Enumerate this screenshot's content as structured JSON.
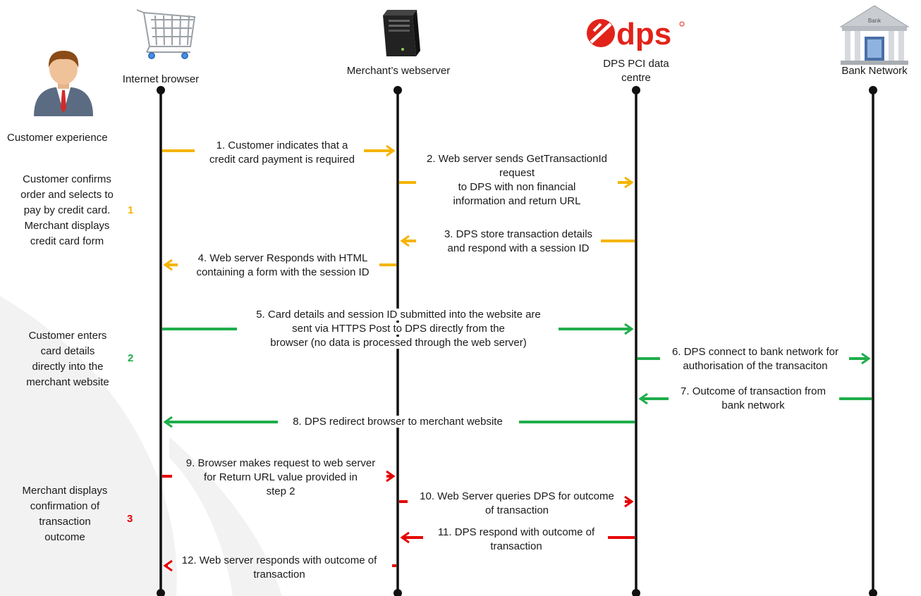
{
  "actors": {
    "customer": {
      "label": "Customer experience"
    },
    "browser": {
      "label": "Internet browser",
      "icon": "shopping-cart-icon"
    },
    "merchant": {
      "label": "Merchant’s webserver",
      "icon": "server-tower-icon"
    },
    "dps": {
      "label_line1": "DPS PCI data",
      "label_line2": "centre",
      "logo_text": "dps",
      "icon": "dps-logo-icon"
    },
    "bank": {
      "label": "Bank Network",
      "icon": "bank-building-icon",
      "sign_text": "Bank"
    }
  },
  "phases": [
    {
      "number": "1",
      "color": "#f5b400",
      "lines": [
        "Customer confirms",
        "order and selects to",
        "pay by credit card.",
        "Merchant displays",
        "credit card form"
      ]
    },
    {
      "number": "2",
      "color": "#1fae4b",
      "lines": [
        "Customer enters",
        "card details",
        "directly into the",
        "merchant website"
      ]
    },
    {
      "number": "3",
      "color": "#e60000",
      "lines": [
        "Merchant displays",
        "confirmation of",
        "transaction",
        "outcome"
      ]
    }
  ],
  "steps": [
    {
      "lines": [
        "1. Customer indicates that a",
        "credit card payment is required"
      ]
    },
    {
      "lines": [
        "2. Web server sends GetTransactionId",
        "request",
        "to DPS with non financial",
        "information and return URL"
      ]
    },
    {
      "lines": [
        "3. DPS store transaction details",
        "and respond with a session ID"
      ]
    },
    {
      "lines": [
        "4. Web server Responds with HTML",
        "containing a form with the session ID"
      ]
    },
    {
      "lines": [
        "5. Card details and session ID submitted into the website are",
        "sent via HTTPS Post to DPS directly from the",
        "browser (no data is processed through the web server)"
      ]
    },
    {
      "lines": [
        "6. DPS connect to bank network for",
        "authorisation of the transaciton"
      ]
    },
    {
      "lines": [
        "7. Outcome of transaction from",
        "bank network"
      ]
    },
    {
      "lines": [
        "8. DPS redirect browser to merchant website"
      ]
    },
    {
      "lines": [
        "9. Browser makes request to web server",
        "for Return URL value provided in",
        "step 2"
      ]
    },
    {
      "lines": [
        "10. Web Server queries DPS for outcome",
        "of transaction"
      ]
    },
    {
      "lines": [
        "11. DPS respond with outcome of",
        "transaction"
      ]
    },
    {
      "lines": [
        "12. Web server responds with outcome of",
        "transaction"
      ]
    }
  ],
  "colors": {
    "yellow": "#f5b400",
    "green": "#1fae4b",
    "red": "#e60000",
    "lifeline": "#111111",
    "dps_red": "#e2231a"
  }
}
